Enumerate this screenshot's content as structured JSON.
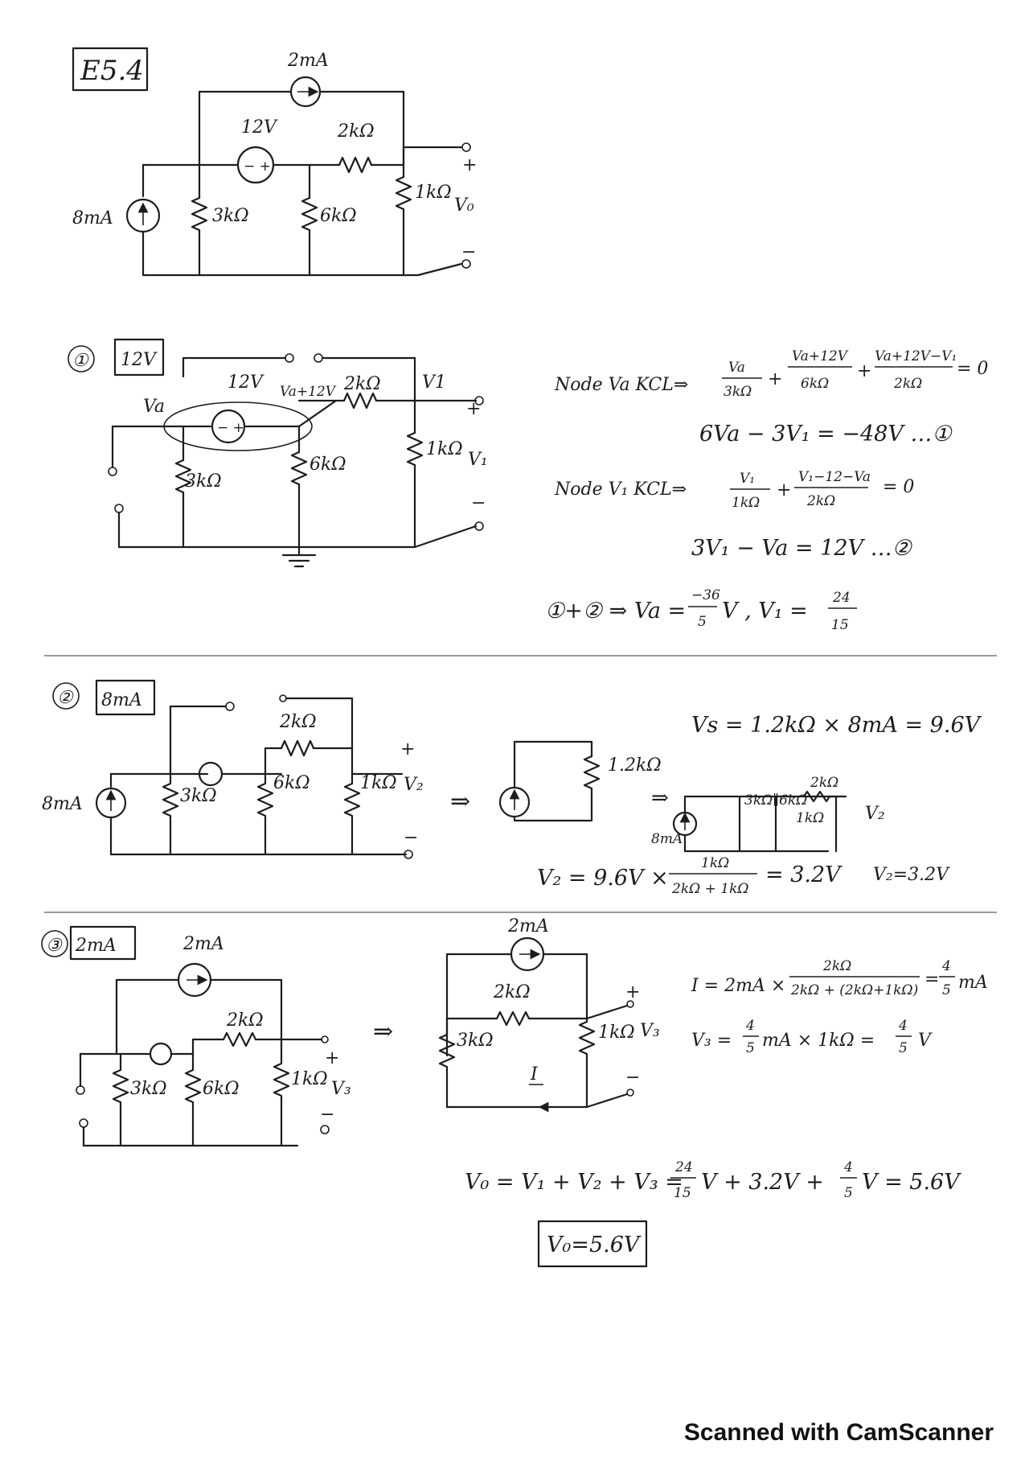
{
  "problem_label": "E5.4",
  "top_circuit": {
    "src_top": "2mA",
    "src_left": "8mA",
    "vsrc": "12V",
    "r_series": "2kΩ",
    "r1": "3kΩ",
    "r2": "6kΩ",
    "r3": "1kΩ",
    "plus": "+",
    "minus": "−",
    "out": "V₀"
  },
  "step1": {
    "num": "①",
    "box": "12V",
    "vsrc": "12V",
    "node_a": "Va",
    "node_lbl": "Va+12V",
    "r_series": "2kΩ",
    "v1_top": "V1",
    "r1": "3kΩ",
    "r2": "6kΩ",
    "r3": "1kΩ",
    "out": "V₁",
    "eq1_lead": "Node Va KCL⇒",
    "eq1_f1n": "Va",
    "eq1_f1d": "3kΩ",
    "eq1_f2n": "Va+12V",
    "eq1_f2d": "6kΩ",
    "eq1_f3n": "Va+12V−V₁",
    "eq1_f3d": "2kΩ",
    "eq1_tail": "= 0",
    "eq2": "6Va − 3V₁ = −48V …①",
    "eq3_lead": "Node V₁ KCL⇒",
    "eq3_f1n": "V₁",
    "eq3_f1d": "1kΩ",
    "eq3_f2n": "V₁−12−Va",
    "eq3_f2d": "2kΩ",
    "eq3_tail": "= 0",
    "eq4": "3V₁ − Va = 12V …②",
    "eq5_lead": "①+② ⇒ Va =",
    "eq5_vn": "−36",
    "eq5_vd": "5",
    "eq5_mid": "V ,  V₁ =",
    "eq5_wn": "24",
    "eq5_wd": "15"
  },
  "step2": {
    "num": "②",
    "box": "8mA",
    "src": "8mA",
    "r_series": "2kΩ",
    "r1": "3kΩ",
    "r2": "6kΩ",
    "r3": "1kΩ",
    "out": "V₂",
    "arrow": "⇒",
    "eq_vs": "Vs = 1.2kΩ × 8mA = 9.6V",
    "r_eq": "1.2kΩ",
    "r_eq2": "2kΩ",
    "r_eq3": "1kΩ",
    "mini_r": "3kΩ∥6kΩ",
    "v2_lead": "V₂ = 9.6V ×",
    "v2_num": "1kΩ",
    "v2_den": "2kΩ + 1kΩ",
    "v2_tail": "= 3.2V",
    "v2_result": "V₂=3.2V"
  },
  "step3": {
    "num": "③",
    "box": "2mA",
    "src": "2mA",
    "r_series": "2kΩ",
    "r1": "3kΩ",
    "r2": "6kΩ",
    "r3": "1kΩ",
    "out": "V₃",
    "arrow": "⇒",
    "current": "I",
    "i_lead": "I = 2mA ×",
    "i_num": "2kΩ",
    "i_den": "2kΩ + (2kΩ+1kΩ)",
    "i_tail": "=",
    "i_fn": "4",
    "i_fd": "5",
    "i_unit": "mA",
    "v3_lead": "V₃ =",
    "v3_mid": "mA × 1kΩ =",
    "v3_unit": "V"
  },
  "final": {
    "eq_lead": "V₀ = V₁ + V₂ + V₃ =",
    "f1n": "24",
    "f1d": "15",
    "eq_mid": "V + 3.2V +",
    "f2n": "4",
    "f2d": "5",
    "eq_tail": "V = 5.6V",
    "answer": "V₀=5.6V"
  },
  "footer": "Scanned with CamScanner"
}
